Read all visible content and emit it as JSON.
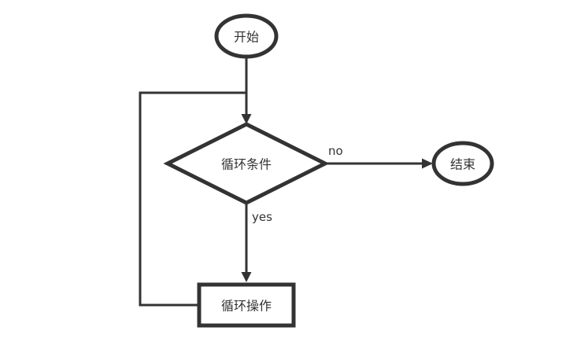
{
  "diagram": {
    "type": "flowchart",
    "background": "#ffffff",
    "colors": {
      "line": "#333333",
      "text": "#333333",
      "node_fill": "#ffffff"
    },
    "nodes": [
      {
        "id": "start",
        "shape": "ellipse",
        "label": "开始"
      },
      {
        "id": "condition",
        "shape": "diamond",
        "label": "循环条件"
      },
      {
        "id": "end",
        "shape": "ellipse",
        "label": "结束"
      },
      {
        "id": "operation",
        "shape": "rectangle",
        "label": "循环操作"
      }
    ],
    "edges": [
      {
        "from": "start",
        "to": "condition",
        "label": ""
      },
      {
        "from": "condition",
        "to": "end",
        "label": "no"
      },
      {
        "from": "condition",
        "to": "operation",
        "label": "yes"
      },
      {
        "from": "operation",
        "to": "condition",
        "label": "",
        "type": "loop-back"
      }
    ]
  }
}
